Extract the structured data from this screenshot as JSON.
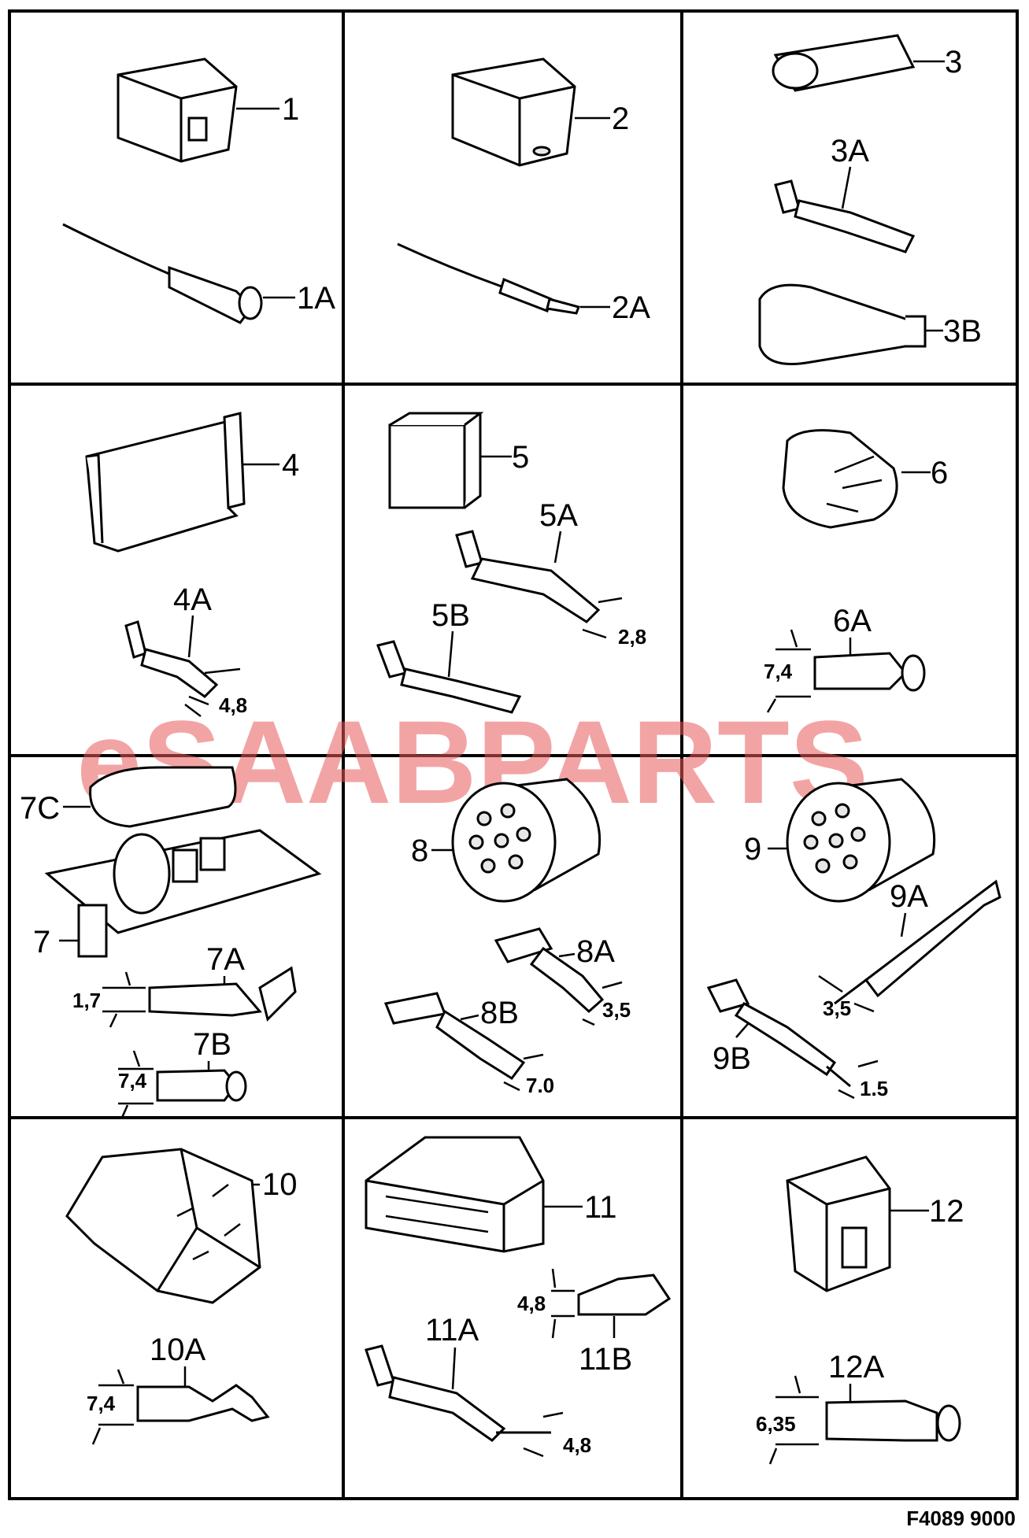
{
  "labels": {
    "p1": "1",
    "p1a": "1A",
    "p2": "2",
    "p2a": "2A",
    "p3": "3",
    "p3a": "3A",
    "p3b": "3B",
    "p4": "4",
    "p4a": "4A",
    "p5": "5",
    "p5a": "5A",
    "p5b": "5B",
    "p6": "6",
    "p6a": "6A",
    "p7": "7",
    "p7a": "7A",
    "p7b": "7B",
    "p7c": "7C",
    "p8": "8",
    "p8a": "8A",
    "p8b": "8B",
    "p9": "9",
    "p9a": "9A",
    "p9b": "9B",
    "p10": "10",
    "p10a": "10A",
    "p11": "11",
    "p11a": "11A",
    "p11b": "11B",
    "p12": "12",
    "p12a": "12A"
  },
  "dimensions": {
    "d5a": "2,8",
    "d4a": "4,8",
    "d6a": "7,4",
    "d7a": "1,7",
    "d7b": "7,4",
    "d8a": "3,5",
    "d8b": "7.0",
    "d9a": "3,5",
    "d9b": "1.5",
    "d10a": "7,4",
    "d11b": "4,8",
    "d11a": "4,8",
    "d12a": "6,35"
  },
  "watermark": {
    "text": "eSAABPARTS",
    "color": "#e85a5a"
  },
  "reference": "F4089 9000"
}
